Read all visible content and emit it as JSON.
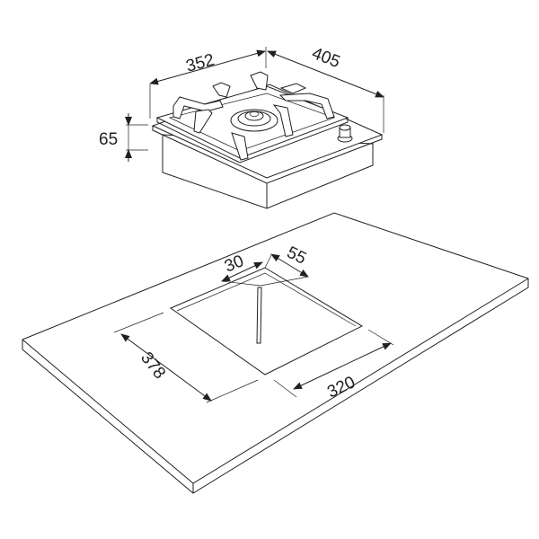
{
  "diagram": {
    "hob": {
      "width_label": "352",
      "depth_label": "405",
      "height_label": "65"
    },
    "cutout": {
      "depth_label": "378",
      "width_label": "320",
      "edge_offset_label": "30",
      "side_offset_label": "55"
    },
    "colors": {
      "line": "#231f20",
      "background": "#ffffff"
    }
  }
}
